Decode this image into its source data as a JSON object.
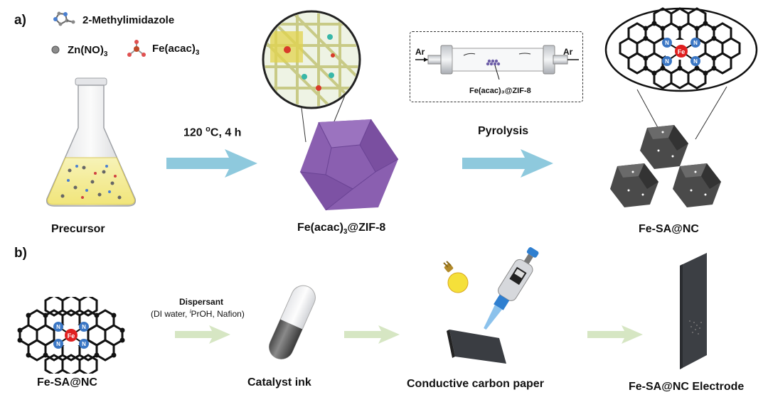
{
  "panel_a": {
    "label": "a)",
    "legend": {
      "ligand": "2-Methylimidazole",
      "zinc_prefix": "Zn(NO)",
      "zinc_sub": "3",
      "iron_prefix": "Fe(acac)",
      "iron_sub": "3"
    },
    "precursor_label": "Precursor",
    "step1": {
      "temp": "120",
      "deg": "o",
      "unit": "C, 4 h"
    },
    "zif_label": {
      "prefix": "Fe(acac)",
      "sub": "3",
      "suffix": "@ZIF-8"
    },
    "step2_label": "Pyrolysis",
    "furnace": {
      "ar_left": "Ar",
      "ar_right": "Ar",
      "sample": "Fe(acac)₃@ZIF-8"
    },
    "product_label": "Fe-SA@NC",
    "atom_center": "Fe",
    "atom_n": "N"
  },
  "panel_b": {
    "label": "b)",
    "catalyst_label": "Fe-SA@NC",
    "dispersant_title": "Dispersant",
    "dispersant_detail_pre": "(DI water, ",
    "dispersant_detail_sup": "i",
    "dispersant_detail_post": "PrOH, Nafion)",
    "ink_label": "Catalyst ink",
    "paper_label": "Conductive carbon paper",
    "electrode_label": "Fe-SA@NC Electrode"
  },
  "colors": {
    "arrow_a": "#8ec9dd",
    "arrow_b": "#d6e6c3",
    "zif": "#8a5fb0",
    "product": "#3c3c3c",
    "fe": "#e02020",
    "n": "#3a76c4",
    "graphene": "#111111"
  }
}
